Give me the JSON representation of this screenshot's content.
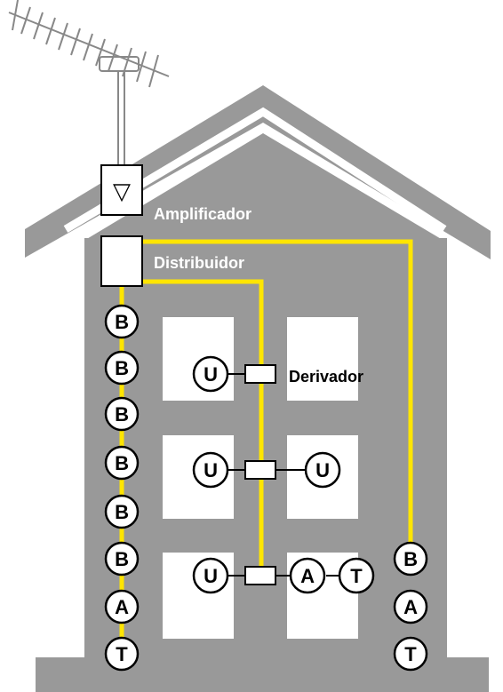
{
  "labels": {
    "amplifier": "Amplificador",
    "distributor": "Distribuidor",
    "tap": "Derivador"
  },
  "amplifier_symbol": "▽",
  "outlets": {
    "b": "B",
    "u": "U",
    "a": "A",
    "t": "T"
  },
  "colors": {
    "house": "#999999",
    "roof_stripe": "#ffffff",
    "window": "#ffffff",
    "cable": "#ffe500",
    "wire": "#000000",
    "label_light": "#ffffff",
    "label_dark": "#000000"
  }
}
